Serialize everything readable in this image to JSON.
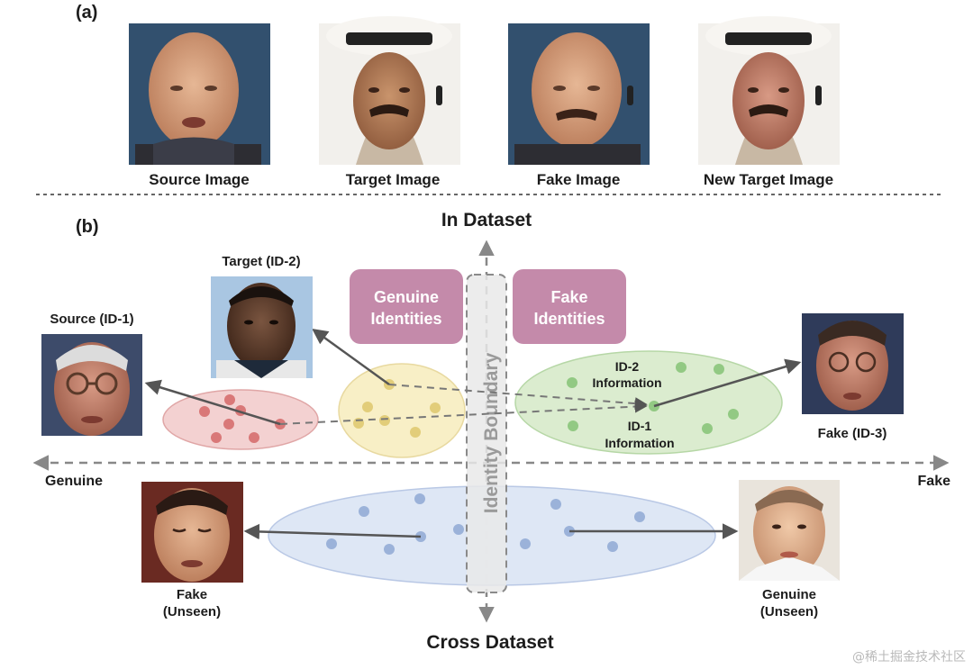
{
  "panel_a": {
    "label": "(a)",
    "images": [
      {
        "caption": "Source Image",
        "image": "bald-man-face"
      },
      {
        "caption": "Target Image",
        "image": "man-in-keffiyeh-face"
      },
      {
        "caption": "Fake Image",
        "image": "bald-man-face-swapped"
      },
      {
        "caption": "New Target Image",
        "image": "man-in-keffiyeh-face-reenacted"
      }
    ]
  },
  "panel_b": {
    "label": "(b)",
    "axes": {
      "top": "In Dataset",
      "bottom": "Cross Dataset",
      "left": "Genuine",
      "right": "Fake",
      "vertical_band": "Identity Boundary"
    },
    "boxes": {
      "genuine": "Genuine Identities",
      "fake": "Fake Identities"
    },
    "clusters": {
      "id2_info": "ID-2 Information",
      "id1_info": "ID-1 Information"
    },
    "faces": {
      "source": {
        "label": "Source (ID-1)",
        "image": "older-man-with-glasses-face"
      },
      "target": {
        "label": "Target (ID-2)",
        "image": "man-in-suit-face"
      },
      "fake_id3": {
        "label": "Fake (ID-3)",
        "image": "swapped-face-with-glasses"
      },
      "fake_unseen": {
        "label": "Fake (Unseen)",
        "image": "man-with-closed-eyes-face"
      },
      "genuine_unseen": {
        "label": "Genuine (Unseen)",
        "image": "man-in-white-shirt-face"
      }
    },
    "colors": {
      "red_cluster": "#f0c4c4",
      "red_dot": "#d97878",
      "yellow_cluster": "#f7eec2",
      "yellow_dot": "#e2cd7a",
      "green_cluster": "#d9ebcf",
      "green_dot": "#92c983",
      "blue_cluster": "#dde6f5",
      "blue_dot": "#9bb2d9",
      "box_purple": "#c48aaa",
      "arrow": "#555555"
    }
  },
  "watermark": "@稀土掘金技术社区"
}
